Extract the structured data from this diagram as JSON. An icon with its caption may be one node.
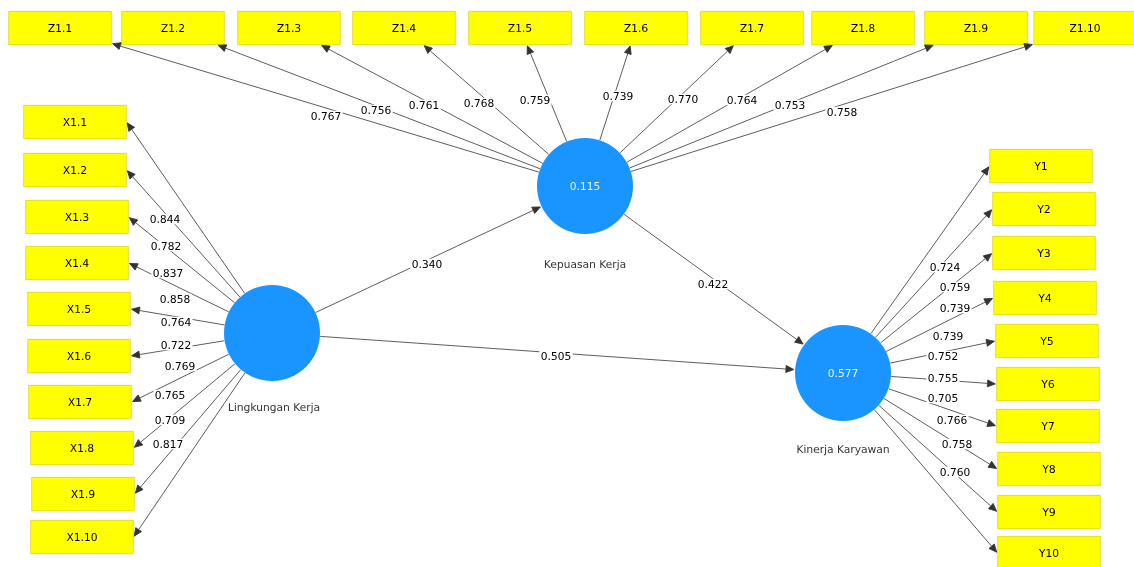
{
  "diagram": {
    "nodes": [
      {
        "text": [],
        "shape": "circle",
        "beside": [
          "Lingkungan Kerja"
        ]
      },
      {
        "text": [
          "0.115"
        ],
        "beside": [
          "Kepuasan Kerja"
        ]
      },
      {
        "text": [
          "0.577"
        ],
        "beside": [
          "Kinerja Karyawan"
        ]
      },
      {
        "text": [
          "Z1.1"
        ]
      },
      {
        "text": [
          "Z1.2"
        ]
      },
      {
        "text": [
          "Z1.3"
        ]
      },
      {
        "text": [
          "Z1.4"
        ]
      },
      {
        "text": [
          "Z1.5"
        ]
      },
      {
        "text": [
          "Z1.6"
        ]
      },
      {
        "text": [
          "Z1.7"
        ]
      },
      {
        "text": [
          "Z1.8"
        ]
      },
      {
        "text": [
          "Z1.9"
        ]
      },
      {
        "text": [
          "Z1.10"
        ]
      },
      {
        "text": [
          "X1.1"
        ]
      },
      {
        "text": [
          "X1.2"
        ]
      },
      {
        "text": [
          "X1.3"
        ]
      },
      {
        "text": [
          "X1.4"
        ]
      },
      {
        "text": [
          "X1.5"
        ]
      },
      {
        "text": [
          "X1.6"
        ]
      },
      {
        "text": [
          "X1.7"
        ]
      },
      {
        "text": [
          "X1.8"
        ]
      },
      {
        "text": [
          "X1.9"
        ]
      },
      {
        "text": [
          "X1.10"
        ]
      },
      {
        "text": [
          "Y1"
        ]
      },
      {
        "text": [
          "Y2"
        ]
      },
      {
        "text": [
          "Y3"
        ]
      },
      {
        "text": [
          "Y4"
        ]
      },
      {
        "text": [
          "Y5"
        ]
      },
      {
        "text": [
          "Y6"
        ]
      },
      {
        "text": [
          "Y7"
        ]
      },
      {
        "text": [
          "Y8"
        ]
      },
      {
        "text": [
          "Y9"
        ]
      },
      {
        "text": [
          "Y10"
        ]
      }
    ],
    "edges": [
      {
        "from": 0,
        "to": 1,
        "arrow": "to",
        "label": "0.340"
      },
      {
        "from": 1,
        "to": 2,
        "arrow": "to",
        "label": "0.422"
      },
      {
        "from": 0,
        "to": 2,
        "arrow": "to",
        "label": "0.505"
      },
      {
        "from": 1,
        "to": 3,
        "arrow": "to",
        "label": "0.767"
      },
      {
        "from": 1,
        "to": 4,
        "arrow": "to",
        "label": "0.756"
      },
      {
        "from": 1,
        "to": 5,
        "arrow": "to",
        "label": "0.761"
      },
      {
        "from": 1,
        "to": 6,
        "arrow": "to",
        "label": "0.768"
      },
      {
        "from": 1,
        "to": 7,
        "arrow": "to",
        "label": "0.759"
      },
      {
        "from": 1,
        "to": 8,
        "arrow": "to",
        "label": "0.739"
      },
      {
        "from": 1,
        "to": 9,
        "arrow": "to",
        "label": "0.770"
      },
      {
        "from": 1,
        "to": 10,
        "arrow": "to",
        "label": "0.764"
      },
      {
        "from": 1,
        "to": 11,
        "arrow": "to",
        "label": "0.753"
      },
      {
        "from": 1,
        "to": 12,
        "arrow": "to",
        "label": "0.758"
      },
      {
        "from": 0,
        "to": 13,
        "arrow": "to",
        "label": "0.844"
      },
      {
        "from": 0,
        "to": 14,
        "arrow": "to",
        "label": "0.782"
      },
      {
        "from": 0,
        "to": 15,
        "arrow": "to",
        "label": "0.837"
      },
      {
        "from": 0,
        "to": 16,
        "arrow": "to",
        "label": "0.858"
      },
      {
        "from": 0,
        "to": 17,
        "arrow": "to",
        "label": "0.764"
      },
      {
        "from": 0,
        "to": 18,
        "arrow": "to",
        "label": "0.722"
      },
      {
        "from": 0,
        "to": 19,
        "arrow": "to",
        "label": "0.769"
      },
      {
        "from": 0,
        "to": 20,
        "arrow": "to",
        "label": "0.765"
      },
      {
        "from": 0,
        "to": 21,
        "arrow": "to",
        "label": "0.709"
      },
      {
        "from": 0,
        "to": 22,
        "arrow": "to",
        "label": "0.817"
      },
      {
        "from": 2,
        "to": 23,
        "arrow": "to",
        "label": "0.724"
      },
      {
        "from": 2,
        "to": 24,
        "arrow": "to",
        "label": "0.759"
      },
      {
        "from": 2,
        "to": 25,
        "arrow": "to",
        "label": "0.739"
      },
      {
        "from": 2,
        "to": 26,
        "arrow": "to",
        "label": "0.739"
      },
      {
        "from": 2,
        "to": 27,
        "arrow": "to",
        "label": "0.752"
      },
      {
        "from": 2,
        "to": 28,
        "arrow": "to",
        "label": "0.755"
      },
      {
        "from": 2,
        "to": 29,
        "arrow": "to",
        "label": "0.705"
      },
      {
        "from": 2,
        "to": 30,
        "arrow": "to",
        "label": "0.766"
      },
      {
        "from": 2,
        "to": 31,
        "arrow": "to",
        "label": "0.758"
      },
      {
        "from": 2,
        "to": 32,
        "arrow": "to",
        "label": "0.760"
      }
    ]
  }
}
